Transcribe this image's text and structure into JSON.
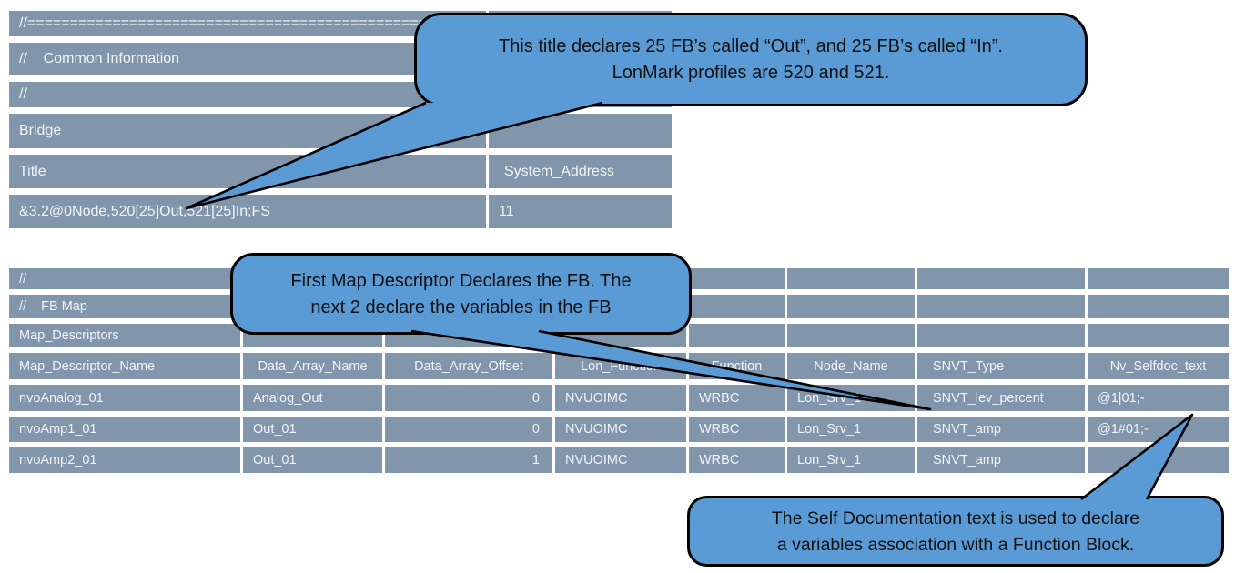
{
  "colors": {
    "table_cell_bg": "#8195AB",
    "table_text": "#F1F4F8",
    "gridline": "#FFFFFF",
    "callout_fill": "#5B9BD5",
    "callout_border": "#000000",
    "callout_text": "#101010",
    "page_background": "#FFFFFF"
  },
  "common_table": {
    "row1_comment": "//============================================================",
    "row2_comment": "//    Common Information",
    "row3_comment": "//",
    "row4_label": "Bridge",
    "row5_title_header": "Title",
    "row5_sysaddr_header": "System_Address",
    "row6_title_value": "&3.2@0Node,520[25]Out,521[25]In;FS",
    "row6_sysaddr_value": "11"
  },
  "fb_map_table": {
    "comment": "//",
    "section": "//    FB Map",
    "group": "Map_Descriptors",
    "headers": [
      "Map_Descriptor_Name",
      "Data_Array_Name",
      "Data_Array_Offset",
      "Lon_Function",
      "Function",
      "Node_Name",
      "SNVT_Type",
      "Nv_Selfdoc_text"
    ],
    "rows": [
      [
        "nvoAnalog_01",
        "Analog_Out",
        "0",
        "NVUOIMC",
        "WRBC",
        "Lon_Srv_1",
        "SNVT_lev_percent",
        "@1|01;-"
      ],
      [
        "nvoAmp1_01",
        "Out_01",
        "0",
        "NVUOIMC",
        "WRBC",
        "Lon_Srv_1",
        "SNVT_amp",
        "@1#01;-"
      ],
      [
        "nvoAmp2_01",
        "Out_01",
        "1",
        "NVUOIMC",
        "WRBC",
        "Lon_Srv_1",
        "SNVT_amp",
        ";-"
      ]
    ]
  },
  "callouts": [
    {
      "lines": [
        "This title declares 25 FB’s called “Out”, and 25 FB’s called “In”.",
        "LonMark profiles are 520 and 521."
      ]
    },
    {
      "lines": [
        "First Map Descriptor Declares the FB. The",
        "next 2 declare the variables in the FB"
      ]
    },
    {
      "lines": [
        "The Self Documentation text is used to declare",
        "a variables association with a Function Block."
      ]
    }
  ]
}
